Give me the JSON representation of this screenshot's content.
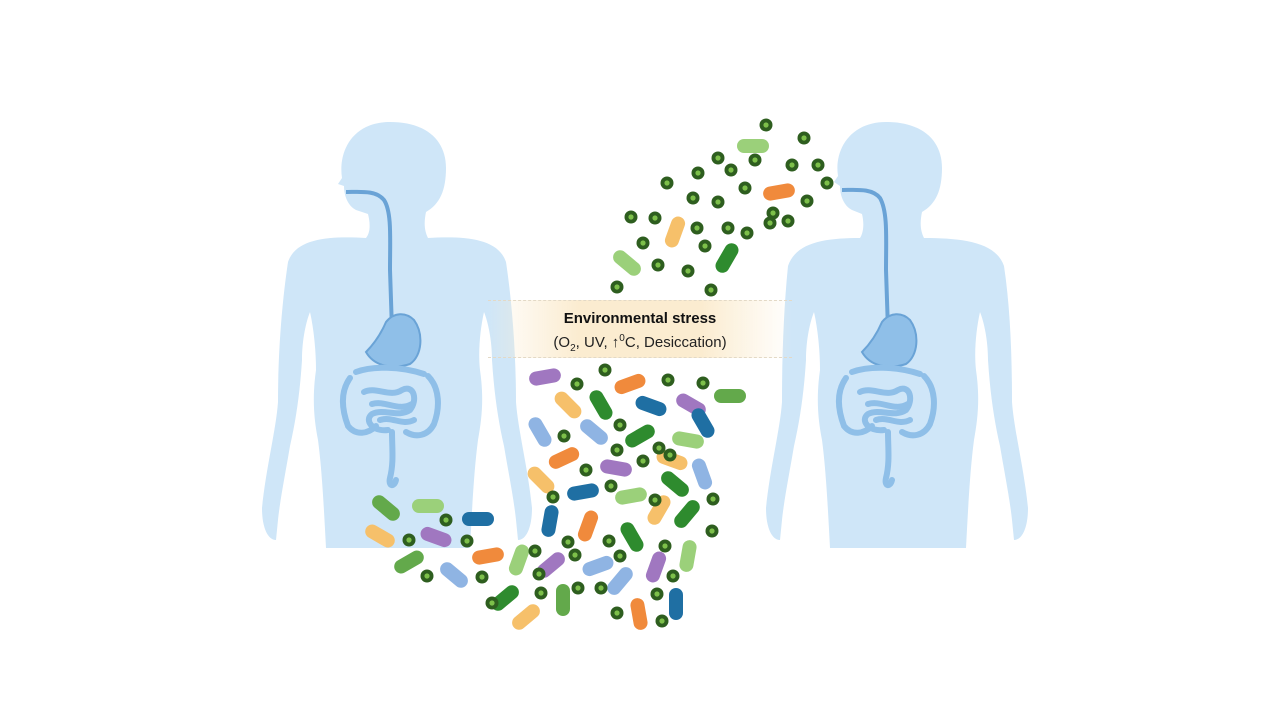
{
  "stress_label": {
    "title": "Environmental stress",
    "factor_o2": "O",
    "o2_subscript": "2",
    "factor_uv": "UV",
    "arrow": "↑",
    "degree": "0",
    "celsius": "C",
    "factor_desiccation": "Desiccation"
  },
  "colors": {
    "body": "#cfe6f8",
    "organ": "#8fbfe8",
    "organ_outline": "#6aa3d6",
    "spore_dark": "#2e5e1f",
    "spore_light": "#7dc04a",
    "bacteria": [
      "#a077c0",
      "#f08a3c",
      "#2e8b2e",
      "#1f6fa3",
      "#f6c06a",
      "#9bd07a",
      "#8fb4e3",
      "#63a94b"
    ]
  }
}
